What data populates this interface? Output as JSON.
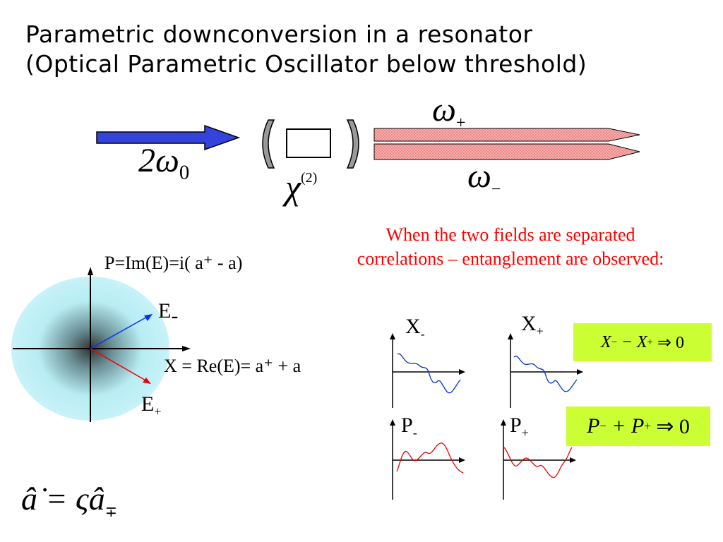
{
  "title": {
    "line1": "Parametric downconversion in a resonator",
    "line2": "(Optical Parametric Oscillator below threshold)"
  },
  "setup": {
    "pump_label": "2ω",
    "pump_sub": "0",
    "crystal_symbol": "χ",
    "crystal_order": "(2)",
    "signal_plus_symbol": "ω",
    "signal_plus_sub": "+",
    "signal_minus_symbol": "ω",
    "signal_minus_sub": "−",
    "colors": {
      "pump": "#3344dd",
      "signal": "#f4a0a0",
      "mirror": "#999999"
    }
  },
  "phase_space": {
    "p_axis_label": "P=Im(E)=i( a⁺ - a)",
    "x_axis_label": "X = Re(E)= a⁺ + a",
    "e_minus_label": "E",
    "e_minus_sub": "-",
    "e_plus_label": "E",
    "e_plus_sub": "+",
    "colors": {
      "disc": "#ccf4fb",
      "e_minus": "#0033ff",
      "e_plus": "#ee0000"
    }
  },
  "note": "When the two fields are separated correlations – entanglement are observed:",
  "plots": {
    "x_minus": {
      "label": "X",
      "sub": "-"
    },
    "x_plus": {
      "label": "X",
      "sub": "+"
    },
    "p_minus": {
      "label": "P",
      "sub": "-"
    },
    "p_plus": {
      "label": "P",
      "sub": "+"
    },
    "x_color": "#0033cc",
    "p_color": "#ee0000"
  },
  "equations": {
    "x_relation_left": "X",
    "x_relation_op": "− X",
    "x_relation_result": "⇒ 0",
    "p_relation_left": "P",
    "p_relation_op": "+ P",
    "p_relation_result": "⇒ 0",
    "box_color": "#ccff33",
    "dynamics": "â̇ = ςâ"
  }
}
